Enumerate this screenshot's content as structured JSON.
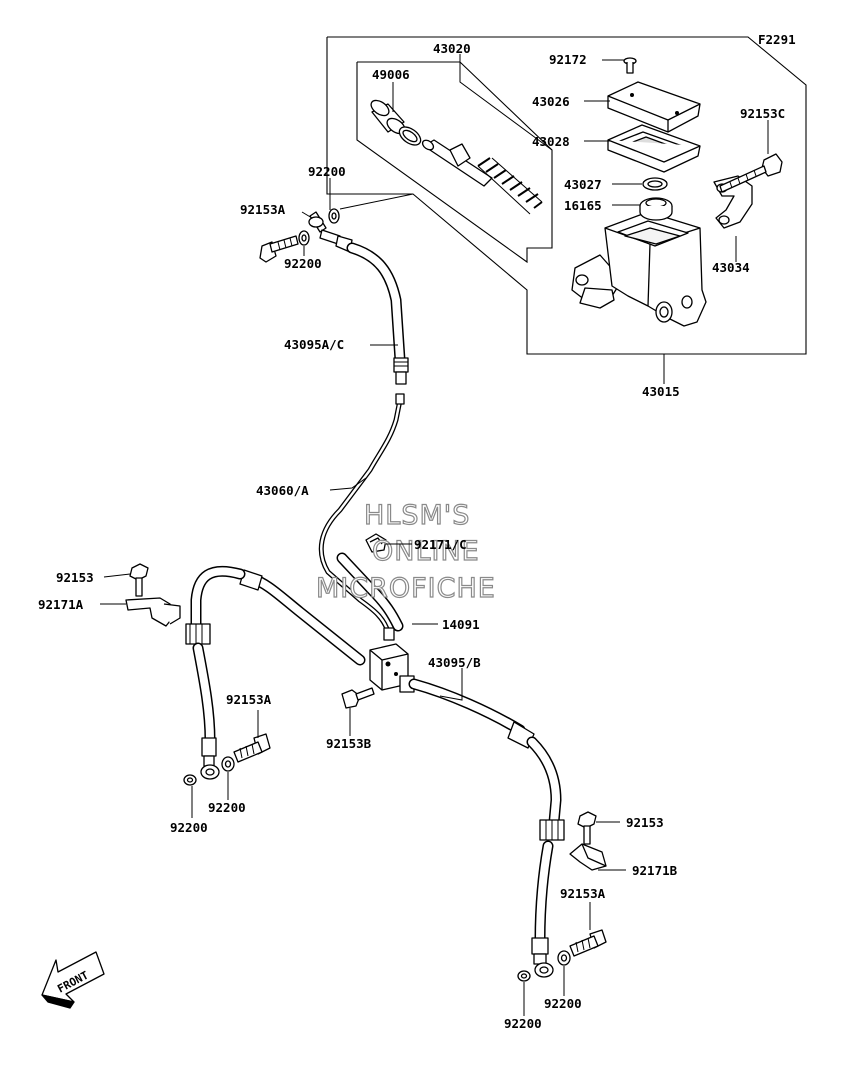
{
  "figure_code": "F2291",
  "watermark": {
    "line1": "HLSM'S",
    "line2": "ONLINE",
    "line3": "MICROFICHE"
  },
  "front_arrow": "FRONT",
  "parts": [
    {
      "id": "43020",
      "label": "43020"
    },
    {
      "id": "92172",
      "label": "92172"
    },
    {
      "id": "49006",
      "label": "49006"
    },
    {
      "id": "43026",
      "label": "43026"
    },
    {
      "id": "43028",
      "label": "43028"
    },
    {
      "id": "92153C",
      "label": "92153C"
    },
    {
      "id": "92200-top-1",
      "label": "92200"
    },
    {
      "id": "43027",
      "label": "43027"
    },
    {
      "id": "92153A-top",
      "label": "92153A"
    },
    {
      "id": "16165",
      "label": "16165"
    },
    {
      "id": "92200-top-2",
      "label": "92200"
    },
    {
      "id": "43034",
      "label": "43034"
    },
    {
      "id": "43095AC",
      "label": "43095A/C"
    },
    {
      "id": "43015",
      "label": "43015"
    },
    {
      "id": "43060A",
      "label": "43060/A"
    },
    {
      "id": "92171C",
      "label": "92171/C"
    },
    {
      "id": "92153-left",
      "label": "92153"
    },
    {
      "id": "92171A",
      "label": "92171A"
    },
    {
      "id": "14091",
      "label": "14091"
    },
    {
      "id": "43095B",
      "label": "43095/B"
    },
    {
      "id": "92153A-mid",
      "label": "92153A"
    },
    {
      "id": "92153B",
      "label": "92153B"
    },
    {
      "id": "92200-left-1",
      "label": "92200"
    },
    {
      "id": "92200-left-2",
      "label": "92200"
    },
    {
      "id": "92153-right",
      "label": "92153"
    },
    {
      "id": "92171B",
      "label": "92171B"
    },
    {
      "id": "92153A-right",
      "label": "92153A"
    },
    {
      "id": "92200-right-1",
      "label": "92200"
    },
    {
      "id": "92200-right-2",
      "label": "92200"
    }
  ]
}
